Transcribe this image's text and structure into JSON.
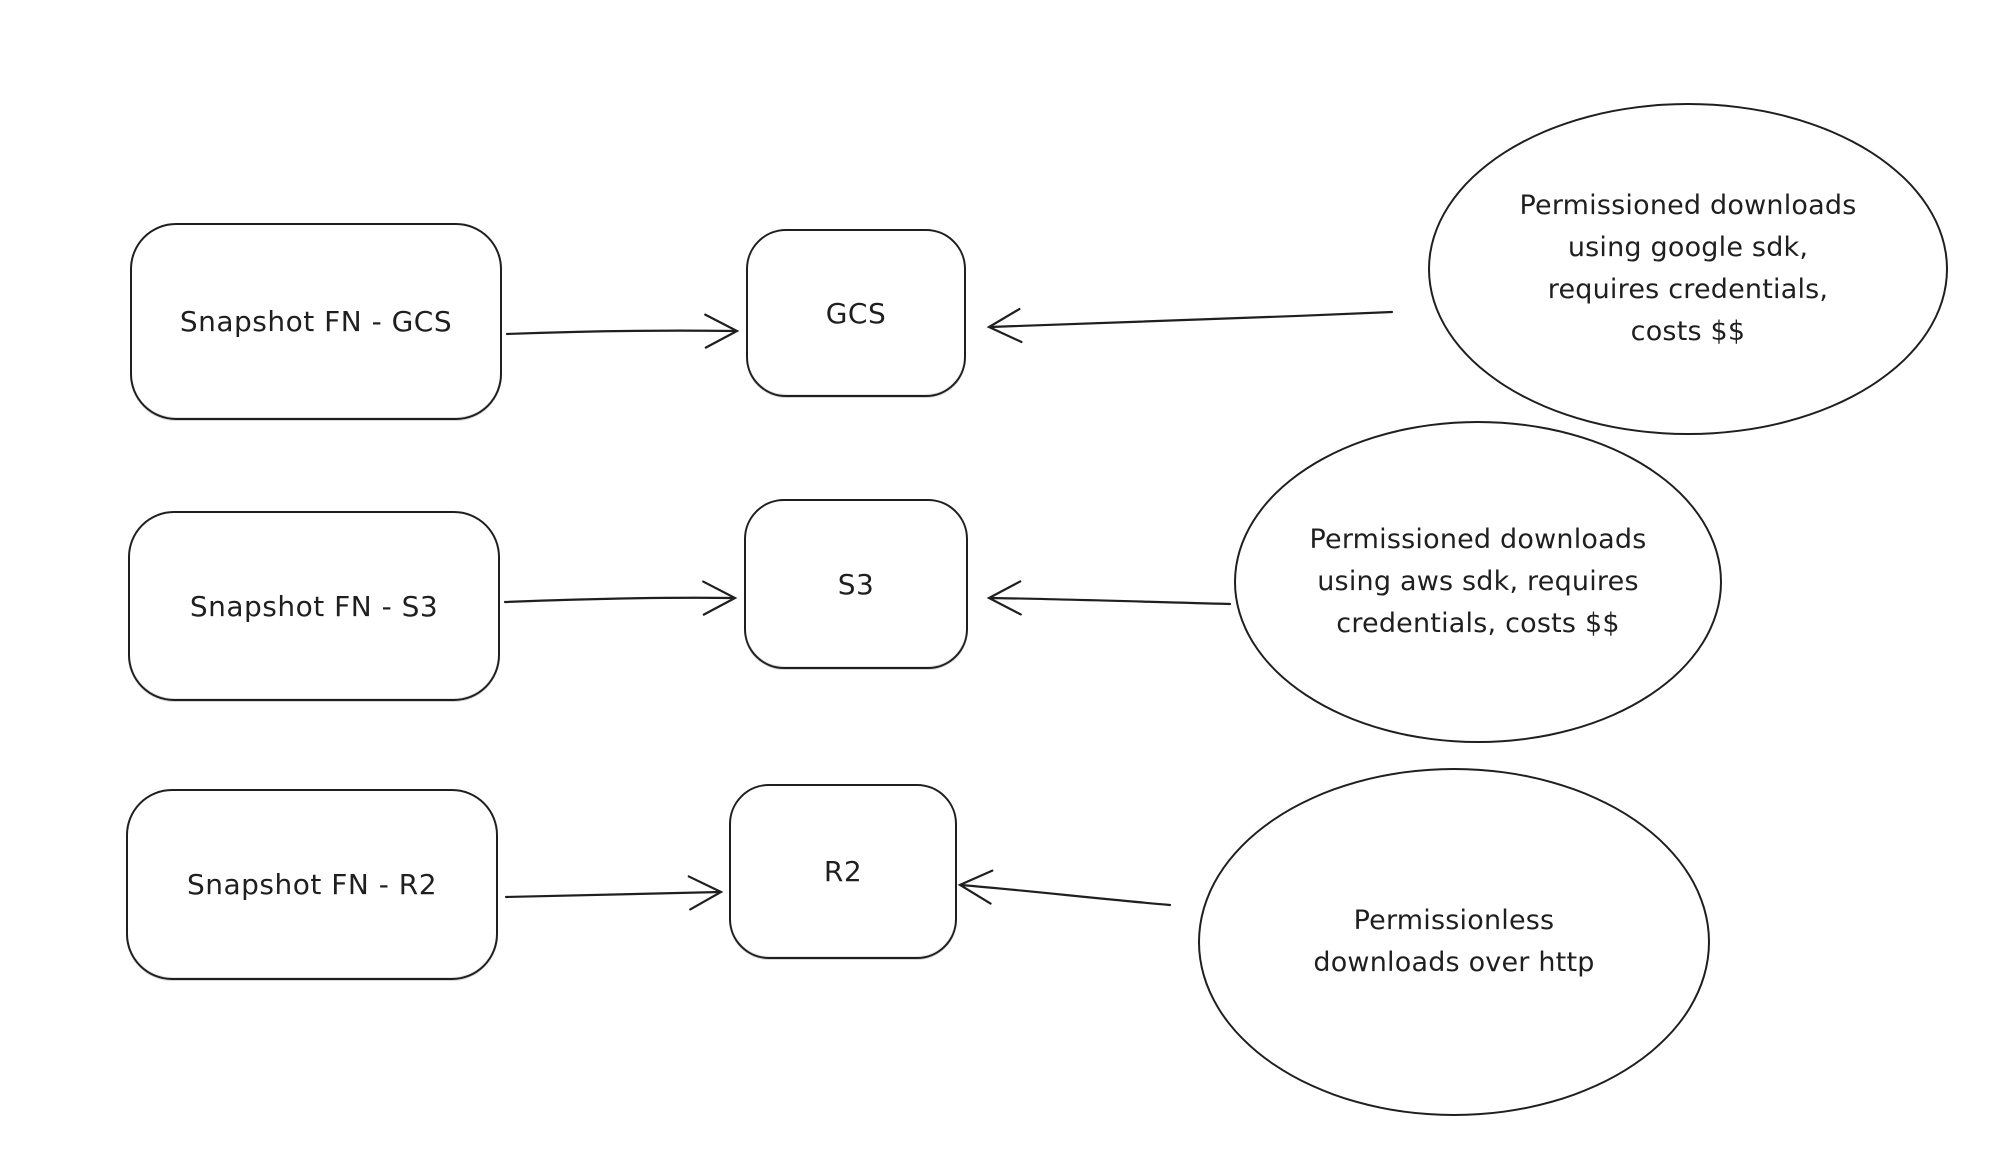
{
  "colors": {
    "background": "#ffffff",
    "stroke": "#1f1f1f",
    "text": "#1f1f1f"
  },
  "rows": [
    {
      "source_label": "Snapshot FN - GCS",
      "store_label": "GCS",
      "note_text": "Permissioned downloads\nusing google sdk,\nrequires credentials,\ncosts $$"
    },
    {
      "source_label": "Snapshot FN - S3",
      "store_label": "S3",
      "note_text": "Permissioned downloads\nusing aws sdk, requires\ncredentials, costs $$"
    },
    {
      "source_label": "Snapshot FN - R2",
      "store_label": "R2",
      "note_text": "Permissionless\ndownloads over http"
    }
  ]
}
